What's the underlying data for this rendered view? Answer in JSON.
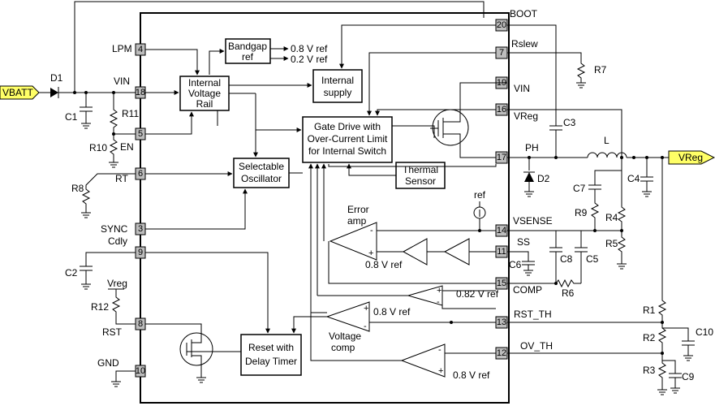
{
  "ic": {
    "pins": [
      {
        "num": "4",
        "label": "LPM"
      },
      {
        "num": "18",
        "label": "VIN"
      },
      {
        "num": "5",
        "label": "EN"
      },
      {
        "num": "6",
        "label": "RT"
      },
      {
        "num": "3",
        "label": "SYNC"
      },
      {
        "num": "9",
        "label": "Cdly"
      },
      {
        "num": "8",
        "label": "RST"
      },
      {
        "num": "10",
        "label": "GND"
      },
      {
        "num": "20",
        "label": "BOOT"
      },
      {
        "num": "7",
        "label": "Rslew"
      },
      {
        "num": "19",
        "label": "VIN"
      },
      {
        "num": "16",
        "label": "VReg"
      },
      {
        "num": "17",
        "label": "PH"
      },
      {
        "num": "14",
        "label": "VSENSE"
      },
      {
        "num": "11",
        "label": "SS"
      },
      {
        "num": "15",
        "label": "COMP"
      },
      {
        "num": "13",
        "label": "RST_TH"
      },
      {
        "num": "12",
        "label": "OV_TH"
      }
    ],
    "blocks": {
      "bandgap": [
        "Bandgap",
        "ref"
      ],
      "rail": [
        "Internal",
        "Voltage",
        "Rail"
      ],
      "supply": [
        "Internal",
        "supply"
      ],
      "gate": [
        "Gate Drive with",
        "Over-Current Limit",
        "for Internal Switch"
      ],
      "thermal": [
        "Thermal",
        "Sensor"
      ],
      "osc": [
        "Selectable",
        "Oscillator"
      ],
      "reset": [
        "Reset with",
        "Delay Timer"
      ]
    },
    "refs": {
      "bg08": "0.8 V ref",
      "bg02": "0.2 V ref",
      "err08": "0.8 V ref",
      "comp082": "0.82 V ref",
      "rst08": "0.8 V ref",
      "ov08": "0.8 V ref",
      "ref": "ref"
    },
    "amps": {
      "error": [
        "Error",
        "amp"
      ],
      "voltage": [
        "Voltage",
        "comp"
      ]
    }
  },
  "external": {
    "vbatt": "VBATT",
    "vreg_out": "VReg",
    "D1": "D1",
    "C1": "C1",
    "R11": "R11",
    "R10": "R10",
    "R8": "R8",
    "C2": "C2",
    "Vreg_pullup": "Vreg",
    "R12": "R12",
    "R7": "R7",
    "C3": "C3",
    "L": "L",
    "D2": "D2",
    "C4": "C4",
    "C7": "C7",
    "R9": "R9",
    "R4": "R4",
    "R5": "R5",
    "C6": "C6",
    "C8": "C8",
    "C5": "C5",
    "R6": "R6",
    "R1": "R1",
    "R2": "R2",
    "R3": "R3",
    "C10": "C10",
    "C9": "C9"
  },
  "colors": {
    "flag": "#ffff66",
    "pin_fill": "#bdbdbd"
  }
}
